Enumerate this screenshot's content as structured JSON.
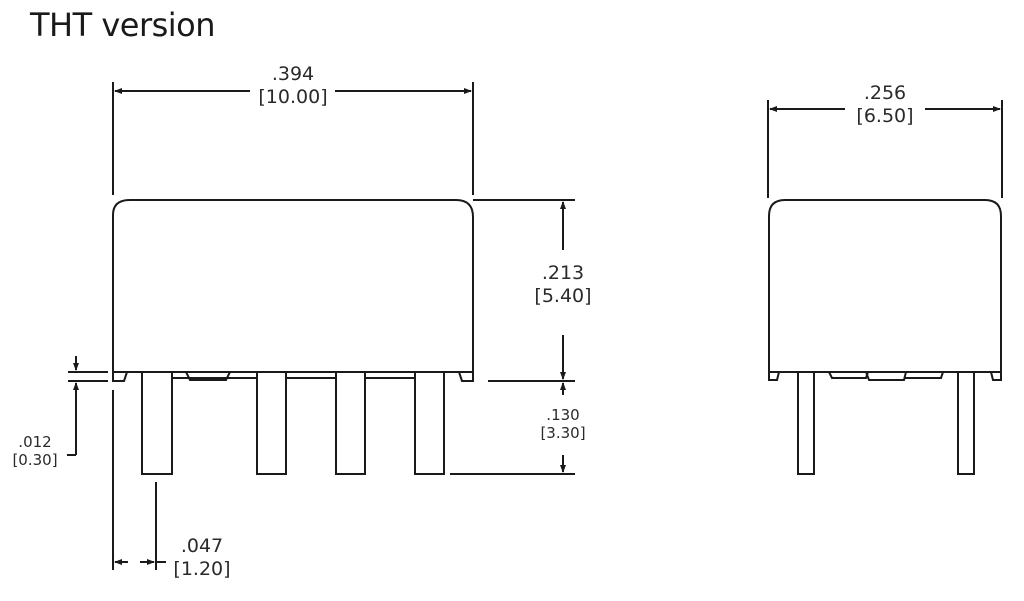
{
  "title": "THT version",
  "colors": {
    "line": "#1a1a1a",
    "text": "#2a2a2a",
    "background": "#ffffff"
  },
  "front_view": {
    "width": {
      "inch": ".394",
      "mm": "[10.00]"
    },
    "body_height": {
      "inch": ".213",
      "mm": "[5.40]"
    },
    "pin_length": {
      "inch": ".130",
      "mm": "[3.30]"
    },
    "standoff": {
      "inch": ".012",
      "mm": "[0.30]"
    },
    "pin_offset": {
      "inch": ".047",
      "mm": "[1.20]"
    },
    "pin_count": 4
  },
  "side_view": {
    "width": {
      "inch": ".256",
      "mm": "[6.50]"
    },
    "pin_count": 2
  }
}
